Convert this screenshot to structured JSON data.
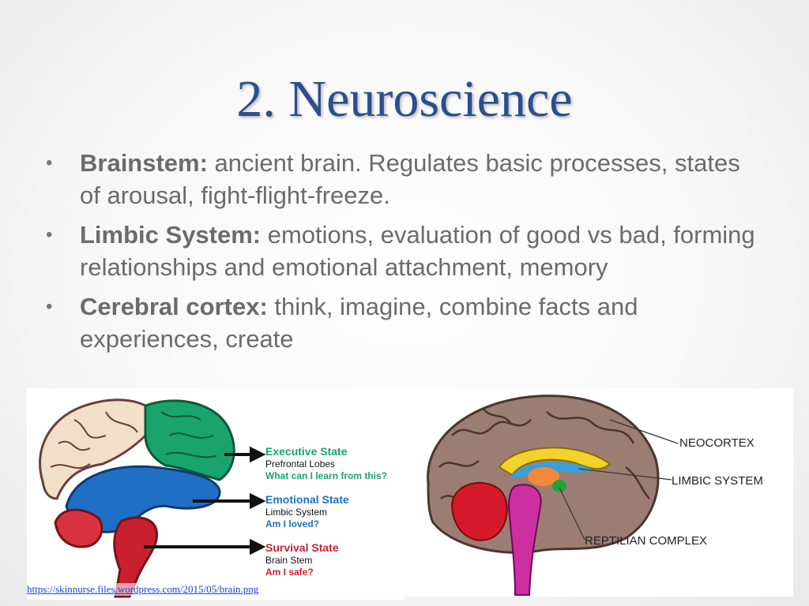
{
  "title": "2. Neuroscience",
  "bullets": [
    {
      "term": "Brainstem:",
      "text": " ancient brain. Regulates basic processes, states of arousal, fight-flight-freeze."
    },
    {
      "term": "Limbic System:",
      "text": " emotions,  evaluation of good vs bad, forming relationships and emotional attachment, memory"
    },
    {
      "term": "Cerebral cortex:",
      "text": " think, imagine, combine facts and experiences, create"
    }
  ],
  "left_figure": {
    "states": [
      {
        "name": "Executive State",
        "part": "Prefrontal Lobes",
        "question": "What can I learn from this?",
        "color": "#1aa36f"
      },
      {
        "name": "Emotional State",
        "part": "Limbic System",
        "question": "Am I loved?",
        "color": "#1f6fc5"
      },
      {
        "name": "Survival State",
        "part": "Brain Stem",
        "question": "Am I safe?",
        "color": "#c8202f"
      }
    ]
  },
  "right_figure": {
    "labels": {
      "neocortex": "NEOCORTEX",
      "limbic": "LIMBIC  SYSTEM",
      "reptilian": "REPTILIAN COMPLEX"
    }
  },
  "source": "https://skinnurse.files.wordpress.com/2015/05/brain.png"
}
